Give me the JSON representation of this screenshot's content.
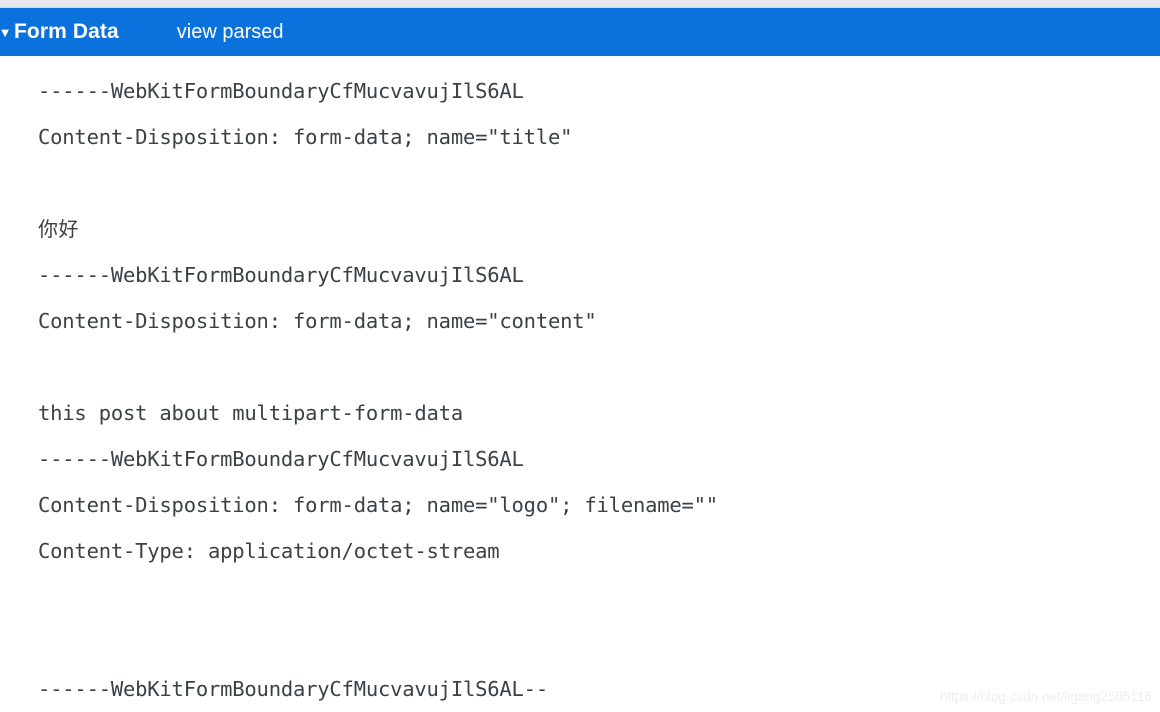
{
  "colors": {
    "header_background": "#0b72dd",
    "header_text": "#ffffff",
    "body_text": "#3c4146",
    "page_background": "#ffffff",
    "top_strip": "#e7e9ec",
    "watermark_text": "#eceef0"
  },
  "section": {
    "disclosure_glyph": "▼",
    "title": "Form Data",
    "view_parsed_label": "view parsed",
    "expanded": true
  },
  "payload": {
    "boundary": "------WebKitFormBoundaryCfMucvavujIlS6AL",
    "lines": [
      {
        "text": "------WebKitFormBoundaryCfMucvavujIlS6AL",
        "kind": "mono"
      },
      {
        "text": "Content-Disposition: form-data; name=\"title\"",
        "kind": "mono"
      },
      {
        "text": "",
        "kind": "blank"
      },
      {
        "text": "你好",
        "kind": "cjk"
      },
      {
        "text": "------WebKitFormBoundaryCfMucvavujIlS6AL",
        "kind": "mono"
      },
      {
        "text": "Content-Disposition: form-data; name=\"content\"",
        "kind": "mono"
      },
      {
        "text": "",
        "kind": "blank"
      },
      {
        "text": "this post about multipart-form-data",
        "kind": "mono"
      },
      {
        "text": "------WebKitFormBoundaryCfMucvavujIlS6AL",
        "kind": "mono"
      },
      {
        "text": "Content-Disposition: form-data; name=\"logo\"; filename=\"\"",
        "kind": "mono"
      },
      {
        "text": "Content-Type: application/octet-stream",
        "kind": "mono"
      },
      {
        "text": "",
        "kind": "blank"
      },
      {
        "text": "",
        "kind": "blank"
      },
      {
        "text": "------WebKitFormBoundaryCfMucvavujIlS6AL--",
        "kind": "mono"
      }
    ]
  },
  "watermark": {
    "text": "https://blog.csdn.net/ligang2585116"
  }
}
